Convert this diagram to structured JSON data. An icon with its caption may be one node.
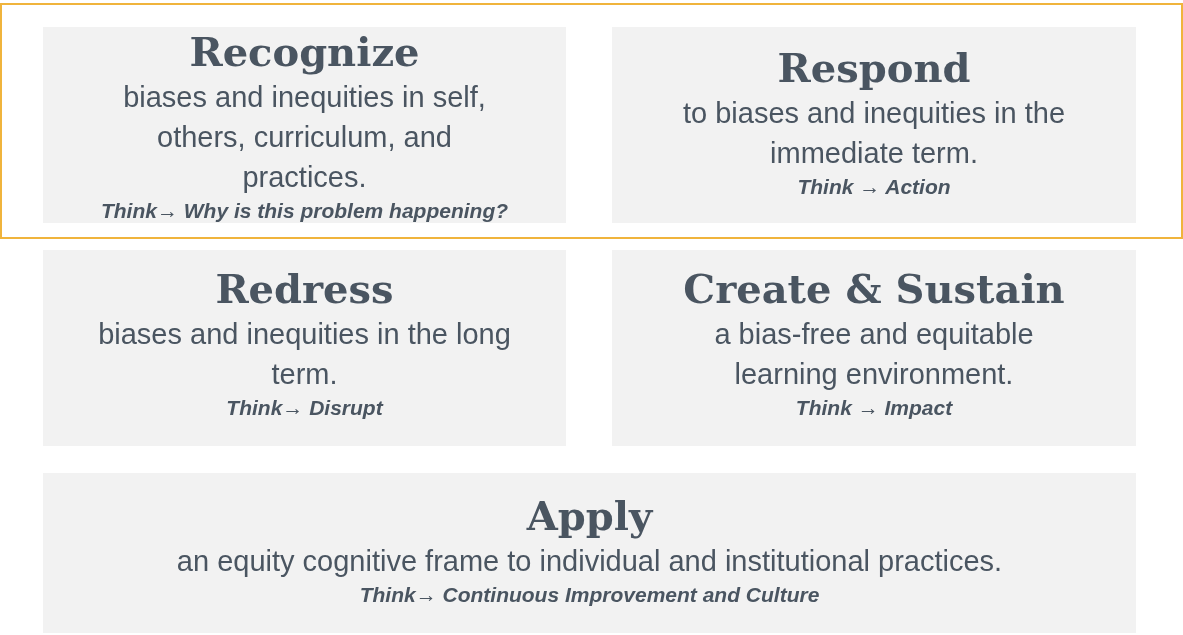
{
  "diagram": {
    "nodes": [
      {
        "text": [],
        "shape": "box"
      },
      {
        "text": [
          "Recognize",
          "biases and inequities in self, others, curriculum, and practices.",
          "Think→ Why is this problem happening?"
        ],
        "in": 0
      },
      {
        "text": [
          "Respond",
          "to biases and inequities in the immediate term.",
          "Think → Action"
        ],
        "in": 0
      },
      {
        "text": [
          "Redress",
          "biases and inequities in the long term.",
          "Think→ Disrupt"
        ]
      },
      {
        "text": [
          "Create & Sustain",
          "a bias-free and equitable learning environment.",
          "Think → Impact"
        ]
      },
      {
        "text": [
          "Apply",
          "an equity cognitive frame to individual and institutional practices.",
          "Think→ Continuous Improvement and Culture"
        ]
      }
    ]
  }
}
